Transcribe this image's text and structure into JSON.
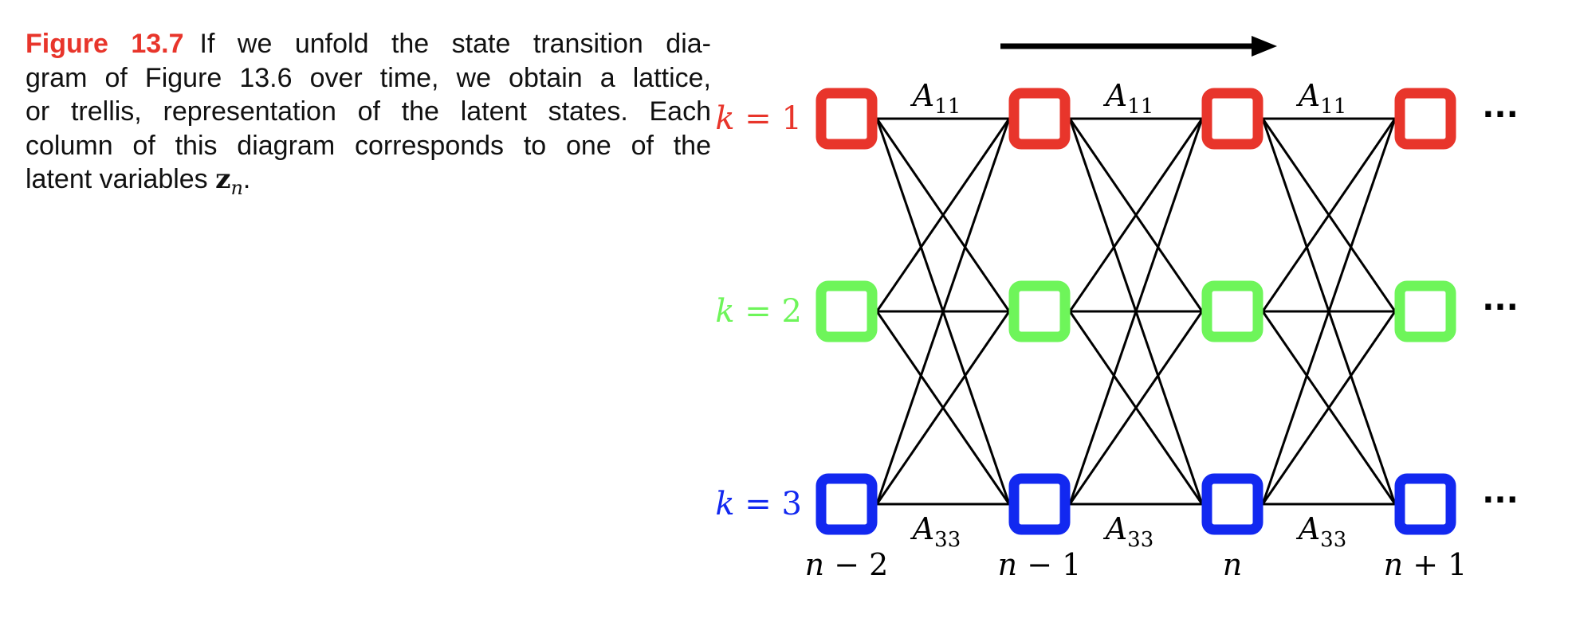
{
  "caption": {
    "figure_label": "Figure 13.7",
    "lines": [
      "If we unfold the state transition dia-",
      "gram of Figure 13.6 over time, we obtain a lattice,",
      "or trellis, representation of the latent states. Each",
      "column of this diagram corresponds to one of the"
    ],
    "last_line_prefix": "latent variables ",
    "math_var": "z",
    "math_sub": "n",
    "last_line_suffix": "."
  },
  "diagram": {
    "colors": {
      "k1": "#e8352b",
      "k2": "#6ef55a",
      "k3": "#1228f0",
      "line": "#000000"
    },
    "state_labels": [
      {
        "var": "k",
        "eq": " = ",
        "val": "1"
      },
      {
        "var": "k",
        "eq": " = ",
        "val": "2"
      },
      {
        "var": "k",
        "eq": " = ",
        "val": "3"
      }
    ],
    "time_labels": [
      {
        "var": "n",
        "op": " − ",
        "val": "2"
      },
      {
        "var": "n",
        "op": " − ",
        "val": "1"
      },
      {
        "var": "n",
        "op": "",
        "val": ""
      },
      {
        "var": "n",
        "op": " + ",
        "val": "1"
      }
    ],
    "transition_top": {
      "sym": "A",
      "sub": "11"
    },
    "transition_bottom": {
      "sym": "A",
      "sub": "33"
    },
    "ellipsis": "···",
    "columns": 4,
    "states": 3
  }
}
